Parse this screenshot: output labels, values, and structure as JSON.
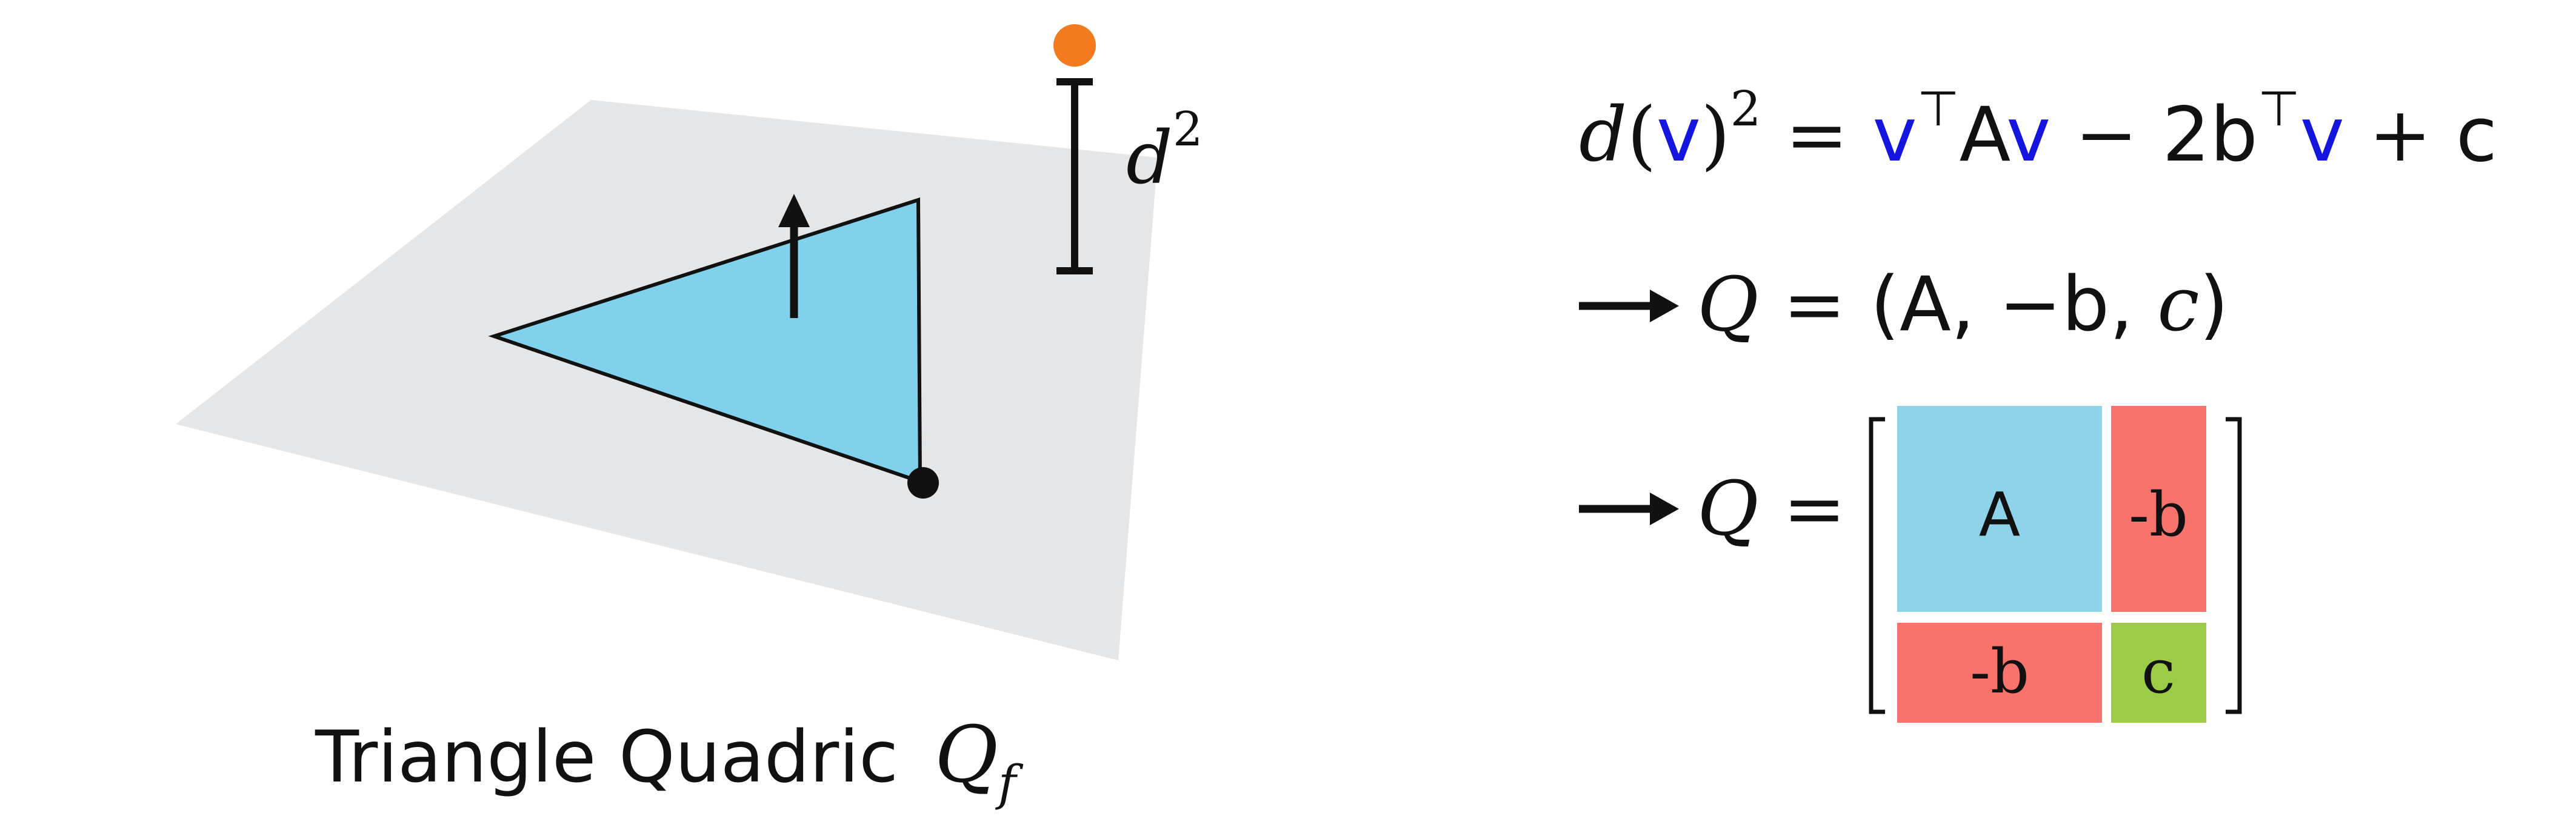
{
  "caption": {
    "text": "Triangle Quadric",
    "symbol": "Q",
    "subscript": "f"
  },
  "distance_label": {
    "base": "d",
    "exponent": "2"
  },
  "equation_1": {
    "d": "d",
    "open_paren": "(",
    "v": "v",
    "close_paren": ")",
    "square": "2",
    "equals": "=",
    "v1": "v",
    "transpose1": "⊤",
    "A": "A",
    "v2": "v",
    "minus": "−",
    "two_b": "2b",
    "transpose2": "⊤",
    "v3": "v",
    "plus": "+",
    "c": "c"
  },
  "equation_2": {
    "Q": "Q",
    "equals": "=",
    "tuple_open": "(A, ",
    "neg_b": "−b, ",
    "c": "c",
    "tuple_close": ")"
  },
  "equation_3": {
    "Q": "Q",
    "equals": "="
  },
  "matrix": {
    "top_left": "A",
    "top_right": "-b",
    "bottom_left": "-b",
    "bottom_right": "c"
  },
  "colors": {
    "plane": "#e5e6e8",
    "triangle": "#7fd1ec",
    "point": "#f47a1f",
    "vector_v": "#1515e0",
    "matrix_A": "#8fd3ea",
    "matrix_b": "#f7736b",
    "matrix_c": "#9ccc47",
    "ink": "#111111"
  }
}
